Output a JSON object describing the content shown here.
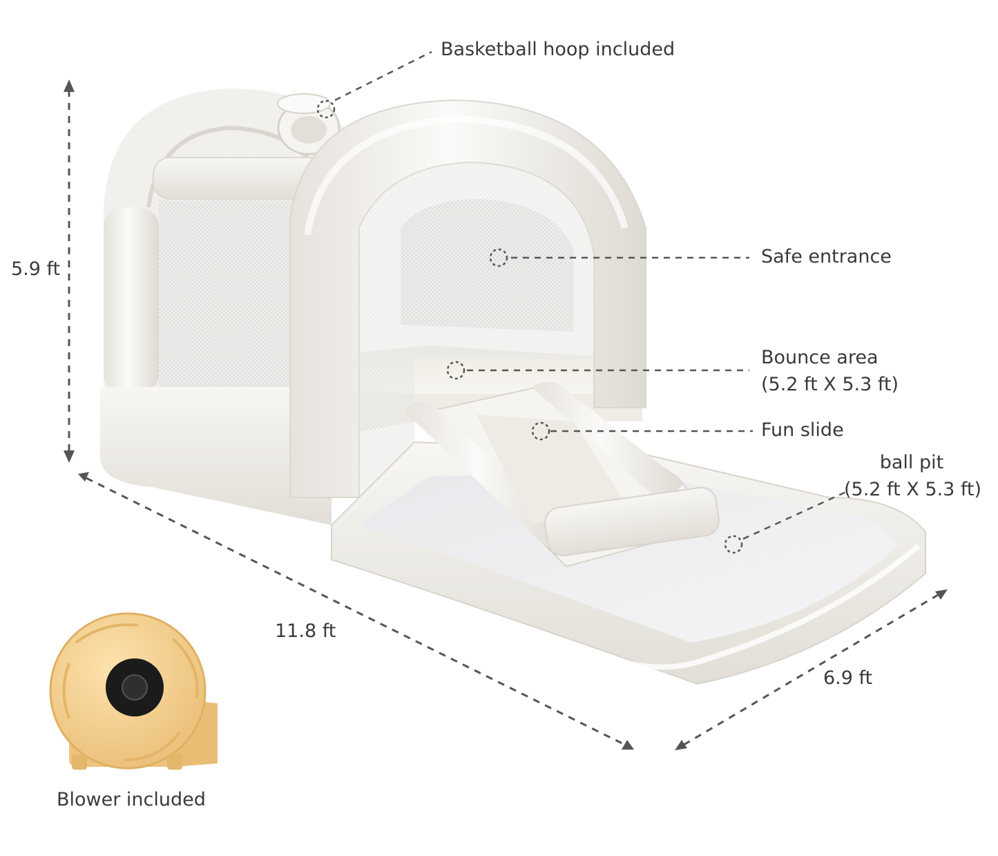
{
  "callouts": {
    "basketball_hoop": "Basketball hoop included",
    "safe_entrance": "Safe entrance",
    "bounce_area_title": "Bounce area",
    "bounce_area_size": "(5.2 ft X 5.3 ft)",
    "fun_slide": "Fun slide",
    "ball_pit_title": "ball pit",
    "ball_pit_size": "(5.2 ft X 5.3 ft)",
    "blower": "Blower included"
  },
  "dimensions": {
    "height": "5.9 ft",
    "length": "11.8 ft",
    "width": "6.9 ft"
  },
  "colors": {
    "vinyl": "#f4f2ee",
    "vinyl_shadow": "#dcd8d1",
    "blower": "#f3cf8e",
    "dash_line": "#555555"
  }
}
